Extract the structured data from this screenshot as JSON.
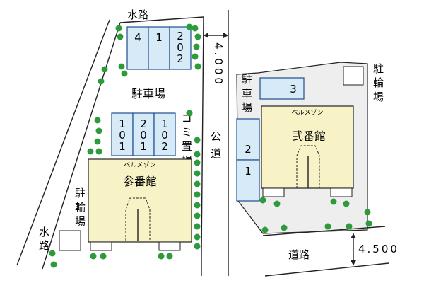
{
  "roads": {
    "waterway_top": "水路",
    "waterway_left": [
      "水",
      "路"
    ],
    "public_road": [
      "公",
      "道"
    ],
    "road_bottom": "道路",
    "width_top": "4.000",
    "width_bottom": "4.500"
  },
  "west_lot": {
    "parking_label": "駐車場",
    "parking_row1": [
      {
        "id": "slot-4",
        "text": "4"
      },
      {
        "id": "slot-1",
        "text": "1"
      },
      {
        "id": "slot-202",
        "text": "2\n0\n2"
      }
    ],
    "parking_row2": [
      {
        "id": "slot-101",
        "text": "1\n0\n1"
      },
      {
        "id": "slot-201",
        "text": "2\n0\n1"
      },
      {
        "id": "slot-102",
        "text": "1\n0\n2"
      }
    ],
    "garbage_label": [
      "ゴ",
      "ミ",
      "置",
      "場"
    ],
    "bike_label": [
      "駐",
      "輪",
      "場"
    ],
    "building_sub": "ベルメゾン",
    "building_name": "参番館"
  },
  "east_lot": {
    "parking_label": [
      "駐",
      "車",
      "場"
    ],
    "slot3": "3",
    "slot2": "2",
    "slot1": "1",
    "bike_label": [
      "駐",
      "輪",
      "場"
    ],
    "building_sub": "ベルメゾン",
    "building_name": "弐番館"
  }
}
